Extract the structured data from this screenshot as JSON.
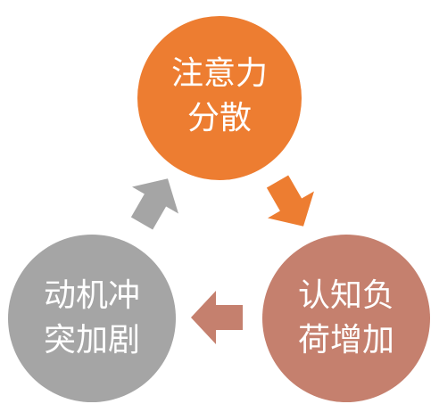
{
  "cycle": {
    "nodes": [
      {
        "line1": "注意力",
        "line2": "分散",
        "color": "#ED7D31"
      },
      {
        "line1": "认知负",
        "line2": "荷增加",
        "color": "#C5806E"
      },
      {
        "line1": "动机冲",
        "line2": "突加剧",
        "color": "#A5A5A5"
      }
    ],
    "arrows": [
      {
        "from": "注意力分散",
        "to": "认知负荷增加",
        "color": "#ED7D31",
        "icon": "arrow-right-down"
      },
      {
        "from": "认知负荷增加",
        "to": "动机冲突加剧",
        "color": "#C5806E",
        "icon": "arrow-left"
      },
      {
        "from": "动机冲突加剧",
        "to": "注意力分散",
        "color": "#A5A5A5",
        "icon": "arrow-up-right"
      }
    ]
  }
}
